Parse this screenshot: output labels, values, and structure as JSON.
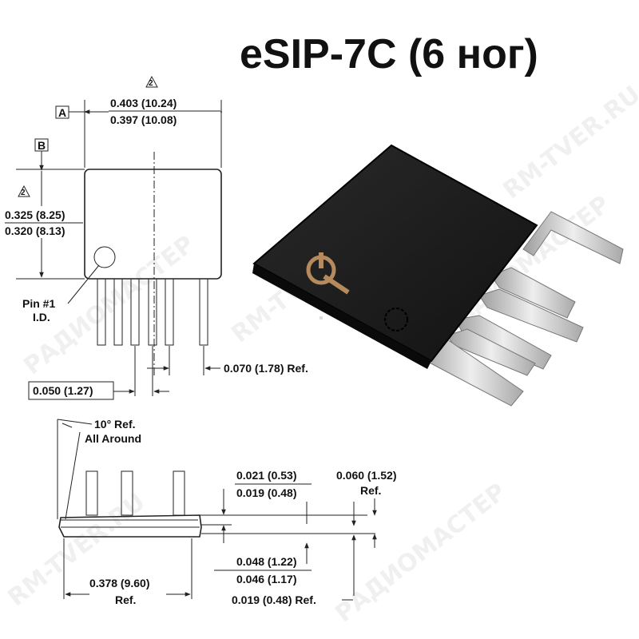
{
  "title": "eSIP-7C (6 ног)",
  "datum_a": "A",
  "datum_b": "B",
  "note_marker": "2",
  "top_view": {
    "width_max": "0.403 (10.24)",
    "width_min": "0.397 (10.08)",
    "height_max": "0.325 (8.25)",
    "height_min": "0.320 (8.13)",
    "pin1_label_line1": "Pin #1",
    "pin1_label_line2": "I.D.",
    "pitch": "0.050 (1.27)",
    "gap": "0.070 (1.78) Ref."
  },
  "side_view": {
    "angle_line1": "10° Ref.",
    "angle_line2": "All Around",
    "lead_w_max": "0.021 (0.53)",
    "lead_w_min": "0.019 (0.48)",
    "height_ref_line1": "0.060 (1.52)",
    "height_ref_line2": "Ref.",
    "body_t_max": "0.048 (1.22)",
    "body_t_min": "0.046 (1.17)",
    "length_line1": "0.378 (9.60)",
    "length_line2": "Ref.",
    "lead_t": "0.019 (0.48) Ref."
  },
  "watermark": [
    "РАДИОМАСТЕР",
    "RM-TVER.RU"
  ],
  "colors": {
    "body": "#1c1c1c",
    "lead": "#c9c9c9",
    "ink": "#222222"
  }
}
